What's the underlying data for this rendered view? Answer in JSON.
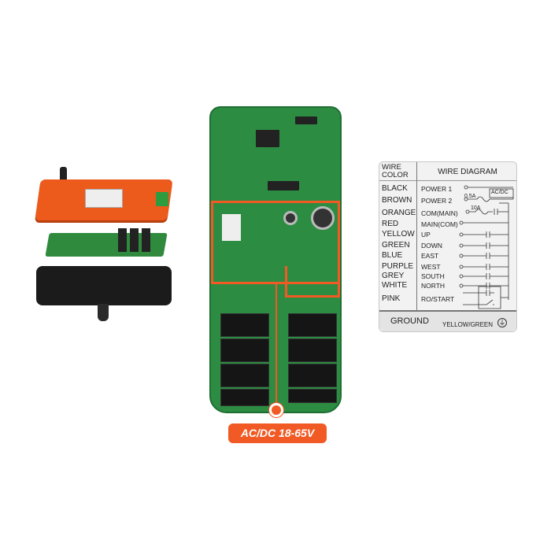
{
  "badge": {
    "label": "AC/DC 18-65V"
  },
  "accent_color": "#f15a24",
  "wire_diagram": {
    "header_color": "WIRE COLOR",
    "header_diagram": "WIRE  DIAGRAM",
    "fuse1": "0.5A",
    "fuse2": "10A",
    "supply": "AC/DC",
    "rows": [
      {
        "color": "BLACK",
        "function": "POWER 1"
      },
      {
        "color": "BROWN",
        "function": "POWER 2"
      },
      {
        "color": "ORANGE",
        "function": "COM(MAIN)"
      },
      {
        "color": "RED",
        "function": "MAIN(COM)"
      },
      {
        "color": "YELLOW",
        "function": "UP"
      },
      {
        "color": "GREEN",
        "function": "DOWN"
      },
      {
        "color": "BLUE",
        "function": "EAST"
      },
      {
        "color": "PURPLE",
        "function": "WEST"
      },
      {
        "color": "GREY",
        "function": "SOUTH"
      },
      {
        "color": "WHITE",
        "function": "NORTH"
      },
      {
        "color": "PINK",
        "function": "RO/START"
      }
    ],
    "ground": "GROUND",
    "ground_wire": "YELLOW/GREEN"
  }
}
